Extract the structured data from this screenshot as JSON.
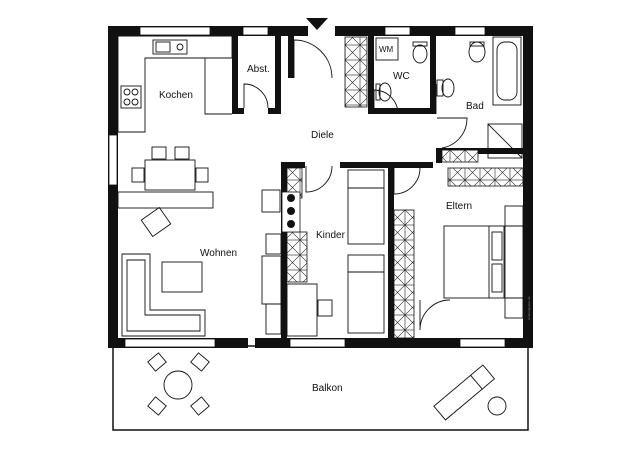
{
  "rooms": {
    "kochen": "Kochen",
    "abst": "Abst.",
    "wm": "WM",
    "wc": "WC",
    "bad": "Bad",
    "diele": "Diele",
    "kinder": "Kinder",
    "eltern": "Eltern",
    "wohnen": "Wohnen",
    "balkon": "Balkon"
  },
  "entrance_marker": "entrance-arrow",
  "watermark": "wohnungsplan.de"
}
